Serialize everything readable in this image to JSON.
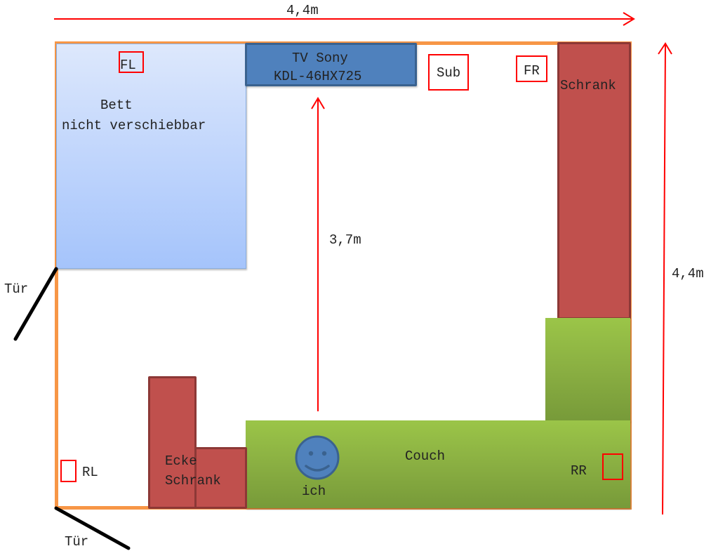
{
  "dimensions": {
    "width_label": "4,4m",
    "height_label": "4,4m",
    "viewing_distance_label": "3,7m"
  },
  "furniture": {
    "bed_line1": "Bett",
    "bed_line2": "nicht verschiebbar",
    "tv_line1": "TV Sony",
    "tv_line2": "KDL-46HX725",
    "wardrobe_label": "Schrank",
    "corner_cabinet_line1": "Ecke",
    "corner_cabinet_line2": "Schrank",
    "couch_label": "Couch",
    "person_label": "ich"
  },
  "speakers": {
    "front_left": "FL",
    "subwoofer": "Sub",
    "front_right": "FR",
    "rear_left": "RL",
    "rear_right": "RR"
  },
  "doors": {
    "door_left": "Tür",
    "door_bottom": "Tür"
  },
  "colors": {
    "wall": "#f79646",
    "bed": "#a5c4fb",
    "tv": "#4f81bd",
    "cabinet": "#c0504d",
    "couch": "#9bc548",
    "measure": "#ff0000",
    "speaker_box": "#ff0000"
  }
}
